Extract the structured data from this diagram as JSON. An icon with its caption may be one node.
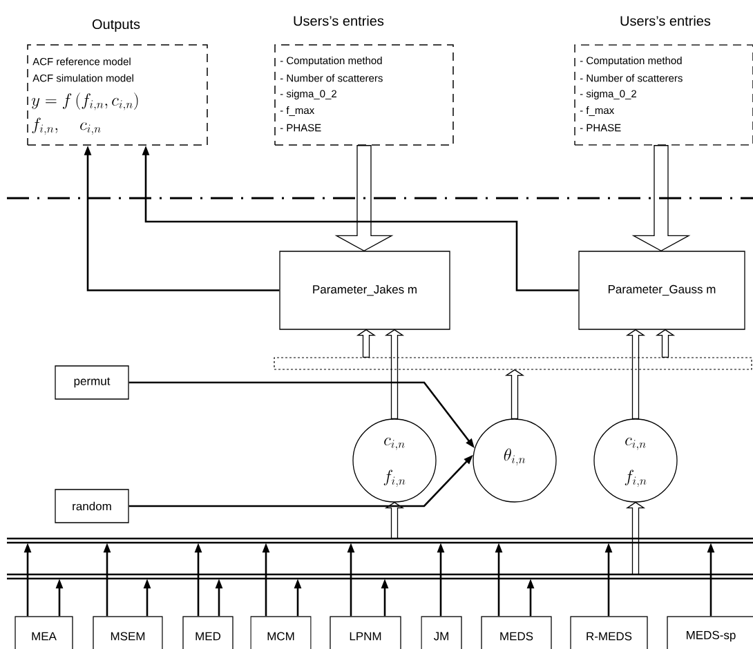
{
  "diagram": {
    "nodes": [
      {
        "text": [
          "Outputs",
          "ACF reference model",
          "ACF simulation model",
          "y = f\\left(f_{i,n}, c_{i,n}\\right)",
          "f_{i,n},\\quad c_{i,n}"
        ]
      },
      {
        "text": [
          "Users’s entries",
          "- Computation method",
          "- Number of scatterers",
          "- sigma_0_2",
          "- f_max",
          "- PHASE"
        ]
      },
      {
        "text": [
          "Users’s entries",
          "- Computation method",
          "- Number of scatterers",
          "- sigma_0_2",
          "- f_max",
          "- PHASE"
        ]
      },
      {
        "text": [
          "Parameter_Jakes m"
        ]
      },
      {
        "text": [
          "Parameter_Gauss m"
        ]
      },
      {
        "text": [],
        "shape": "box"
      },
      {
        "text": [
          "permut"
        ]
      },
      {
        "text": [
          "random"
        ]
      },
      {
        "text": [
          "c_{i,n}",
          "f_{i,n}"
        ]
      },
      {
        "text": [
          "\\theta_{i,n}"
        ]
      },
      {
        "text": [
          "c_{i,n}",
          "f_{i,n}"
        ]
      },
      {
        "text": [],
        "shape": "bar"
      },
      {
        "text": [],
        "shape": "bar"
      },
      {
        "text": [
          "MEA"
        ]
      },
      {
        "text": [
          "MSEM"
        ]
      },
      {
        "text": [
          "MED"
        ]
      },
      {
        "text": [
          "MCM"
        ]
      },
      {
        "text": [
          "LPNM"
        ]
      },
      {
        "text": [
          "JM"
        ]
      },
      {
        "text": [
          "MEDS"
        ]
      },
      {
        "text": [
          "R-MEDS"
        ]
      },
      {
        "text": [
          "MEDS-sp"
        ]
      }
    ],
    "edges": [
      {
        "from": 3,
        "to": 0,
        "arrow": "to"
      },
      {
        "from": 4,
        "to": 0,
        "arrow": "to"
      },
      {
        "from": 1,
        "to": 3,
        "arrow": "to"
      },
      {
        "from": 2,
        "to": 4,
        "arrow": "to"
      },
      {
        "from": 5,
        "to": 3,
        "arrow": "to"
      },
      {
        "from": 5,
        "to": 4,
        "arrow": "to"
      },
      {
        "from": 8,
        "to": 3,
        "arrow": "to"
      },
      {
        "from": 10,
        "to": 4,
        "arrow": "to"
      },
      {
        "from": 9,
        "to": 5,
        "arrow": "to"
      },
      {
        "from": 6,
        "to": 9,
        "arrow": "to"
      },
      {
        "from": 7,
        "to": 9,
        "arrow": "to"
      },
      {
        "from": 11,
        "to": 8,
        "arrow": "to"
      },
      {
        "from": 12,
        "to": 10,
        "arrow": "to"
      },
      {
        "from": 13,
        "to": 11,
        "arrow": "to"
      },
      {
        "from": 13,
        "to": 12,
        "arrow": "to"
      },
      {
        "from": 14,
        "to": 11,
        "arrow": "to"
      },
      {
        "from": 14,
        "to": 12,
        "arrow": "to"
      },
      {
        "from": 15,
        "to": 11,
        "arrow": "to"
      },
      {
        "from": 15,
        "to": 12,
        "arrow": "to"
      },
      {
        "from": 16,
        "to": 11,
        "arrow": "to"
      },
      {
        "from": 16,
        "to": 12,
        "arrow": "to"
      },
      {
        "from": 17,
        "to": 11,
        "arrow": "to"
      },
      {
        "from": 17,
        "to": 12,
        "arrow": "to"
      },
      {
        "from": 18,
        "to": 11,
        "arrow": "to"
      },
      {
        "from": 19,
        "to": 11,
        "arrow": "to"
      },
      {
        "from": 19,
        "to": 12,
        "arrow": "to"
      },
      {
        "from": 20,
        "to": 11,
        "arrow": "to"
      },
      {
        "from": 21,
        "to": 11,
        "arrow": "to"
      }
    ]
  }
}
